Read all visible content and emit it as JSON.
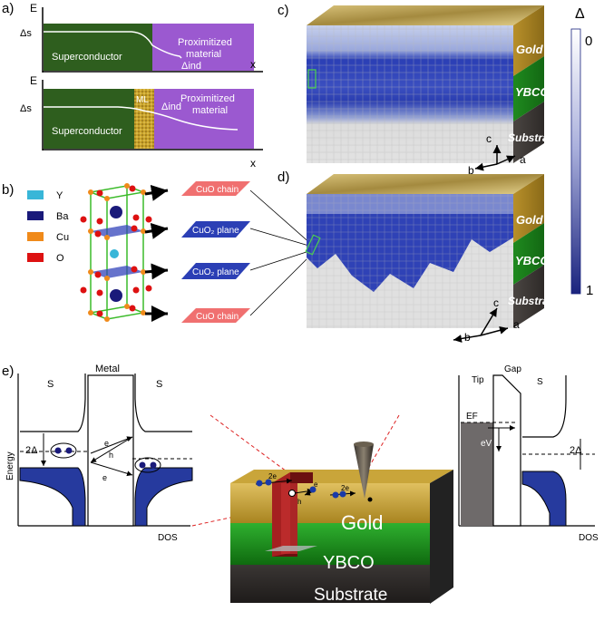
{
  "panels": {
    "a": "a)",
    "b": "b)",
    "c": "c)",
    "d": "d)",
    "e": "e)"
  },
  "panel_a": {
    "axis_e_top": "E",
    "axis_e_bottom": "E",
    "axis_x_top": "x",
    "axis_x_bottom": "x",
    "delta_s_top": "Δs",
    "delta_s_bottom": "Δs",
    "superconductor_top": "Superconductor",
    "superconductor_bottom": "Superconductor",
    "proximitized_top": "Proximitized material",
    "proximitized_bottom": "Proximitized material",
    "delta_ind_top": "Δind",
    "delta_ind_bottom": "Δind",
    "ml": "ML",
    "colors": {
      "superconductor": "#2e5e1e",
      "proximitized": "#9b59d0",
      "ml": "#c8a230"
    }
  },
  "panel_b": {
    "legend": [
      {
        "label": "Y",
        "color": "#38b6d8"
      },
      {
        "label": "Ba",
        "color": "#1a1a7a"
      },
      {
        "label": "Cu",
        "color": "#f08a1a"
      },
      {
        "label": "O",
        "color": "#dd1111"
      }
    ],
    "chains": [
      "CuO chain",
      "CuO₂ plane",
      "CuO₂ plane",
      "CuO chain"
    ]
  },
  "panel_c": {
    "gold": "Gold",
    "ybco": "YBCO",
    "substrate": "Substrate",
    "axis_a": "a",
    "axis_b": "b",
    "axis_c": "c"
  },
  "panel_d": {
    "gold": "Gold",
    "ybco": "YBCO",
    "substrate": "Substrate",
    "axis_a": "a",
    "axis_b": "b",
    "axis_c": "c"
  },
  "colorbar": {
    "title": "Δ",
    "min": "0",
    "max": "1"
  },
  "panel_e": {
    "left": {
      "s_left": "S",
      "metal": "Metal",
      "s_right": "S",
      "energy": "Energy",
      "dos": "DOS",
      "gap": "2Δ",
      "e1": "e",
      "h": "h",
      "e2": "e"
    },
    "device": {
      "gold": "Gold",
      "ybco": "YBCO",
      "substrate": "Substrate",
      "two_e_left": "2e",
      "two_e_right": "2e",
      "e": "e",
      "h": "h"
    },
    "right": {
      "tip": "Tip",
      "gap_label": "Gap",
      "s": "S",
      "ef": "EF",
      "ev": "eV",
      "gap": "2Δ",
      "dos": "DOS"
    }
  }
}
